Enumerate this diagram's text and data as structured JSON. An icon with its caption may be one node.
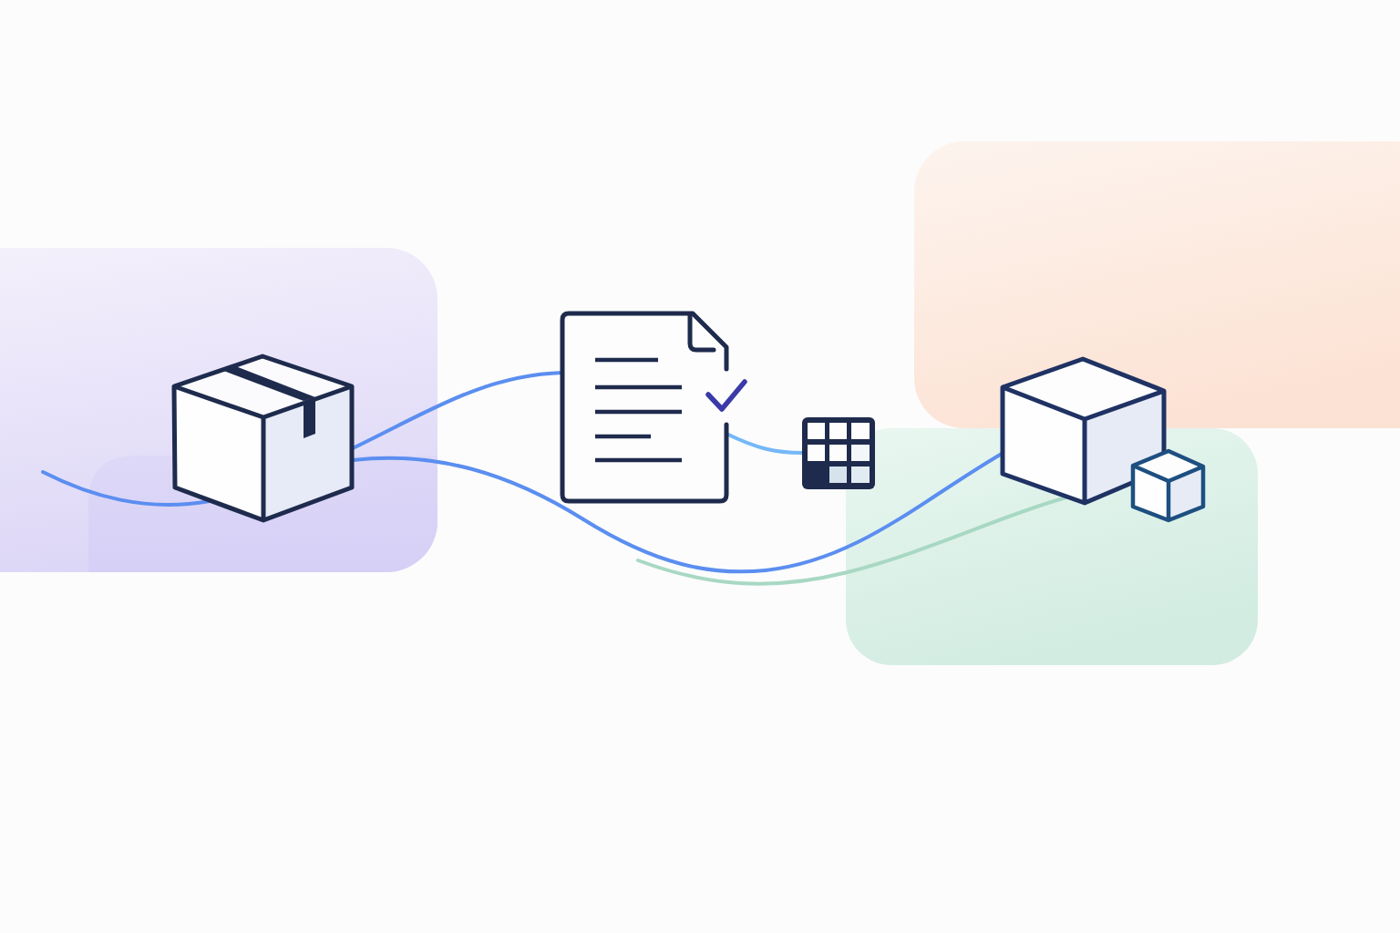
{
  "diagram": {
    "nodes": [
      {
        "text": [],
        "shape": "picture"
      },
      {
        "text": [],
        "shape": "picture"
      },
      {
        "text": [],
        "shape": "picture"
      },
      {
        "text": [],
        "shape": "picture"
      }
    ],
    "edges": [
      {
        "from": null,
        "to": 0,
        "arrow": "none"
      },
      {
        "from": 0,
        "to": 1,
        "arrow": "none"
      },
      {
        "from": 0,
        "to": 3,
        "arrow": "none"
      },
      {
        "from": 1,
        "to": 2,
        "arrow": "none",
        "color": "#74b8f7"
      },
      {
        "from": null,
        "to": 3,
        "arrow": "none",
        "color": "#a8d8c4"
      }
    ]
  }
}
